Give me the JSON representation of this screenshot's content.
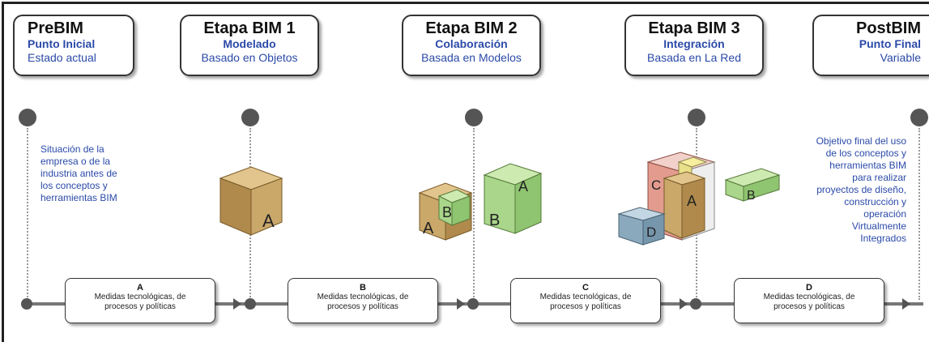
{
  "stages": [
    {
      "title": "PreBIM",
      "subtitle": "Punto Inicial",
      "desc": "Estado actual"
    },
    {
      "title": "Etapa BIM 1",
      "subtitle": "Modelado",
      "desc": "Basado en Objetos"
    },
    {
      "title": "Etapa BIM 2",
      "subtitle": "Colaboración",
      "desc": "Basada en Modelos"
    },
    {
      "title": "Etapa BIM 3",
      "subtitle": "Integración",
      "desc": "Basada en La Red"
    },
    {
      "title": "PostBIM",
      "subtitle": "Punto Final",
      "desc": "Variable"
    }
  ],
  "notes": {
    "pre": [
      "Situación de la",
      "empresa o de la",
      "industria antes de",
      "los conceptos y",
      "herramientas BIM"
    ],
    "post": [
      "Objetivo final del uso",
      "de los conceptos y",
      "herramientas BIM",
      "para realizar",
      "proyectos de diseño,",
      "construcción y",
      "operación",
      "Virtualmente",
      "Integrados"
    ]
  },
  "measures": [
    {
      "letter": "A",
      "line1": "Medidas tecnológicas, de",
      "line2": "procesos y políticas"
    },
    {
      "letter": "B",
      "line1": "Medidas tecnológicas, de",
      "line2": "procesos y políticas"
    },
    {
      "letter": "C",
      "line1": "Medidas tecnológicas, de",
      "line2": "procesos y políticas"
    },
    {
      "letter": "D",
      "line1": "Medidas tecnológicas, de",
      "line2": "procesos y políticas"
    }
  ],
  "cube_labels": {
    "s1": [
      "A"
    ],
    "s2": [
      "A",
      "B",
      "B",
      "A"
    ],
    "s3": [
      "C",
      "A",
      "B",
      "D"
    ]
  },
  "colors": {
    "accent_text": "#2b4aa8",
    "cube_tan": "#c9a86a",
    "cube_green": "#a9d68a",
    "cube_red": "#e39b8e",
    "cube_blue": "#8aa9bd",
    "cube_yellow": "#e9e08a"
  }
}
